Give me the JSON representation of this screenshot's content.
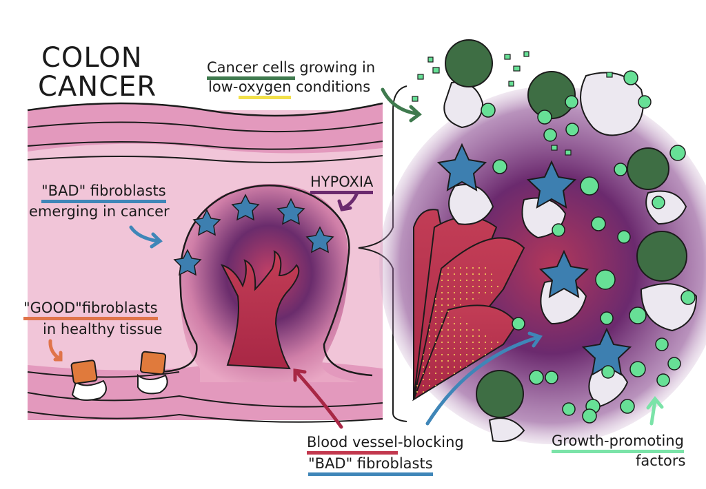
{
  "title": {
    "line1": "COLON",
    "line2": "CANCER"
  },
  "labels": {
    "cancer_cells": {
      "part1": "Cancer cells",
      "part2": " growing in",
      "line2_a": "low-",
      "line2_b": "oxygen",
      "line2_c": " conditions"
    },
    "bad_fibroblasts": {
      "part1": "\"BAD\" fibroblasts",
      "line2": "emerging in cancer"
    },
    "hypoxia": "HYPOXIA",
    "good_fibroblasts": {
      "part1": "\"GOOD\"fibroblasts",
      "line2": "in healthy tissue"
    },
    "blood_vessel": {
      "part1": "Blood vessel",
      "part2": "-blocking",
      "line2": "\"BAD\" fibroblasts"
    },
    "growth": {
      "line1": "Growth-promoting",
      "line2": "factors"
    }
  },
  "colors": {
    "green_underline": "#3f7a4e",
    "yellow_underline": "#f2e04a",
    "blue_underline": "#3f86b8",
    "purple_hypoxia": "#6b2a6e",
    "red_underline": "#c2384e",
    "orange_underline": "#e0744a",
    "mint_underline": "#7be3a8",
    "tissue_pink": "#e9a7c4",
    "fibroblast_blue": "#3d7fb0",
    "good_fibroblast_orange": "#e07a3c",
    "cancer_green": "#3e6e44",
    "factor_green": "#67e096"
  },
  "icons": {
    "blue_star": "bad-fibroblast-star-icon",
    "orange_square": "good-fibroblast-icon",
    "green_blob": "cancer-cell-icon",
    "green_ball": "growth-factor-icon"
  }
}
